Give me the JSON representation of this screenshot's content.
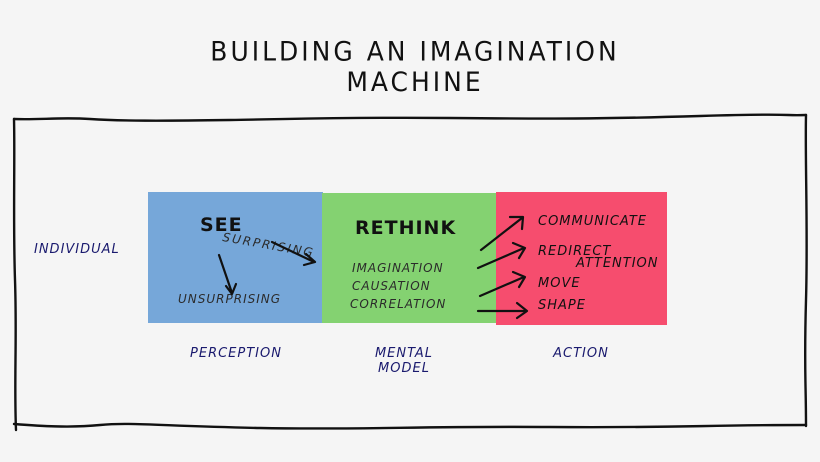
{
  "title": "Building an Imagination Machine",
  "colors": {
    "background": "#f5f5f5",
    "frame": "#111111",
    "perception_box": "#76a7d9",
    "mental_model_box": "#84d271",
    "action_box": "#f64d6e",
    "label_ink": "#1a1a6e",
    "ink": "#111111"
  },
  "row_label": "Individual",
  "stages": [
    {
      "id": "perception",
      "heading": "See",
      "items": [
        "Surprising",
        "Unsurprising"
      ],
      "column_label": "Perception"
    },
    {
      "id": "mental-model",
      "heading": "Rethink",
      "items": [
        "Imagination",
        "Causation",
        "Correlation"
      ],
      "column_label_lines": [
        "Mental",
        "Model"
      ]
    },
    {
      "id": "action",
      "items": [
        "Communicate",
        "Redirect",
        "Attention",
        "Move",
        "Shape"
      ],
      "column_label": "Action"
    }
  ],
  "connections": [
    {
      "from": "See",
      "to": "Unsurprising",
      "style": "arrow"
    },
    {
      "from": "Surprising",
      "to": "Rethink",
      "style": "arrow"
    },
    {
      "from": "Rethink",
      "to": "Communicate",
      "style": "arrow"
    },
    {
      "from": "Rethink",
      "to": "Redirect Attention",
      "style": "arrow"
    },
    {
      "from": "Rethink",
      "to": "Move",
      "style": "arrow"
    },
    {
      "from": "Rethink",
      "to": "Shape",
      "style": "arrow"
    }
  ]
}
